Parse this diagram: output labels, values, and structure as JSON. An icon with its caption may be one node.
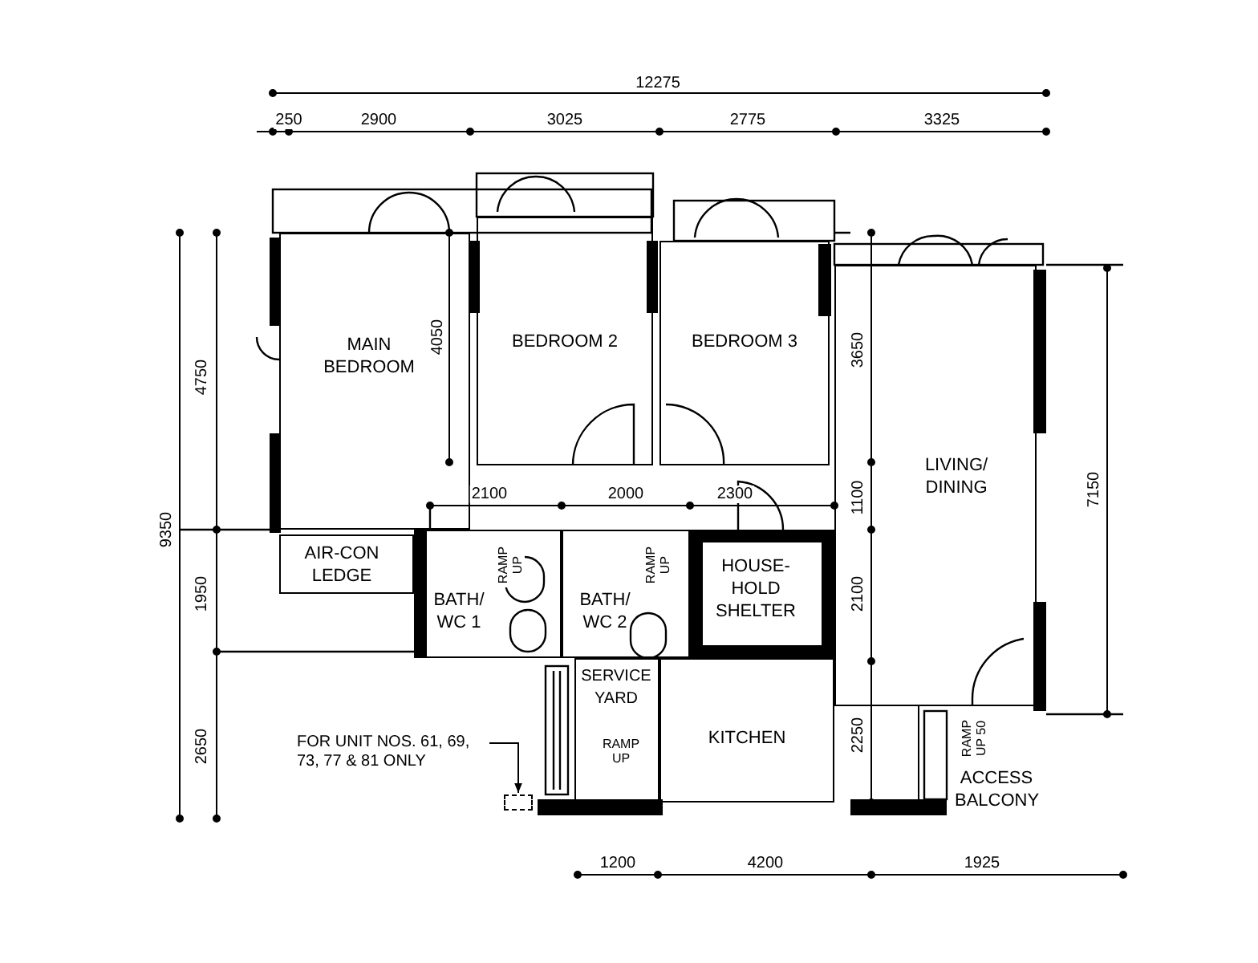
{
  "diagram": {
    "nodes": [
      {
        "text": [
          "MAIN BEDROOM"
        ]
      },
      {
        "text": [
          "BEDROOM 2"
        ]
      },
      {
        "text": [
          "BEDROOM 3"
        ]
      },
      {
        "text": [
          "LIVING/ DINING"
        ]
      },
      {
        "text": [
          "AIR-CON LEDGE"
        ]
      },
      {
        "text": [
          "BATH/ WC 1"
        ]
      },
      {
        "text": [
          "BATH/ WC 2"
        ]
      },
      {
        "text": [
          "HOUSE-HOLD SHELTER"
        ]
      },
      {
        "text": [
          "SERVICE YARD"
        ]
      },
      {
        "text": [
          "KITCHEN"
        ]
      },
      {
        "text": [
          "ACCESS BALCONY"
        ]
      },
      {
        "text": [
          "FOR UNIT NOS. 61, 69, 73, 77 & 81 ONLY"
        ]
      },
      {
        "text": [],
        "shape": "box"
      }
    ],
    "edges": [
      {
        "from": 11,
        "to": 12,
        "arrow": "to"
      }
    ],
    "labels": [
      "12275",
      "250",
      "2900",
      "3025",
      "2775",
      "3325",
      "4050",
      "4750",
      "3650",
      "7150",
      "9350",
      "2100",
      "2000",
      "2300",
      "1100",
      "RAMP UP",
      "RAMP UP",
      "1950",
      "2100",
      "2650",
      "RAMP UP",
      "2250",
      "RAMP UP 50",
      "1200",
      "4200",
      "1925"
    ]
  }
}
